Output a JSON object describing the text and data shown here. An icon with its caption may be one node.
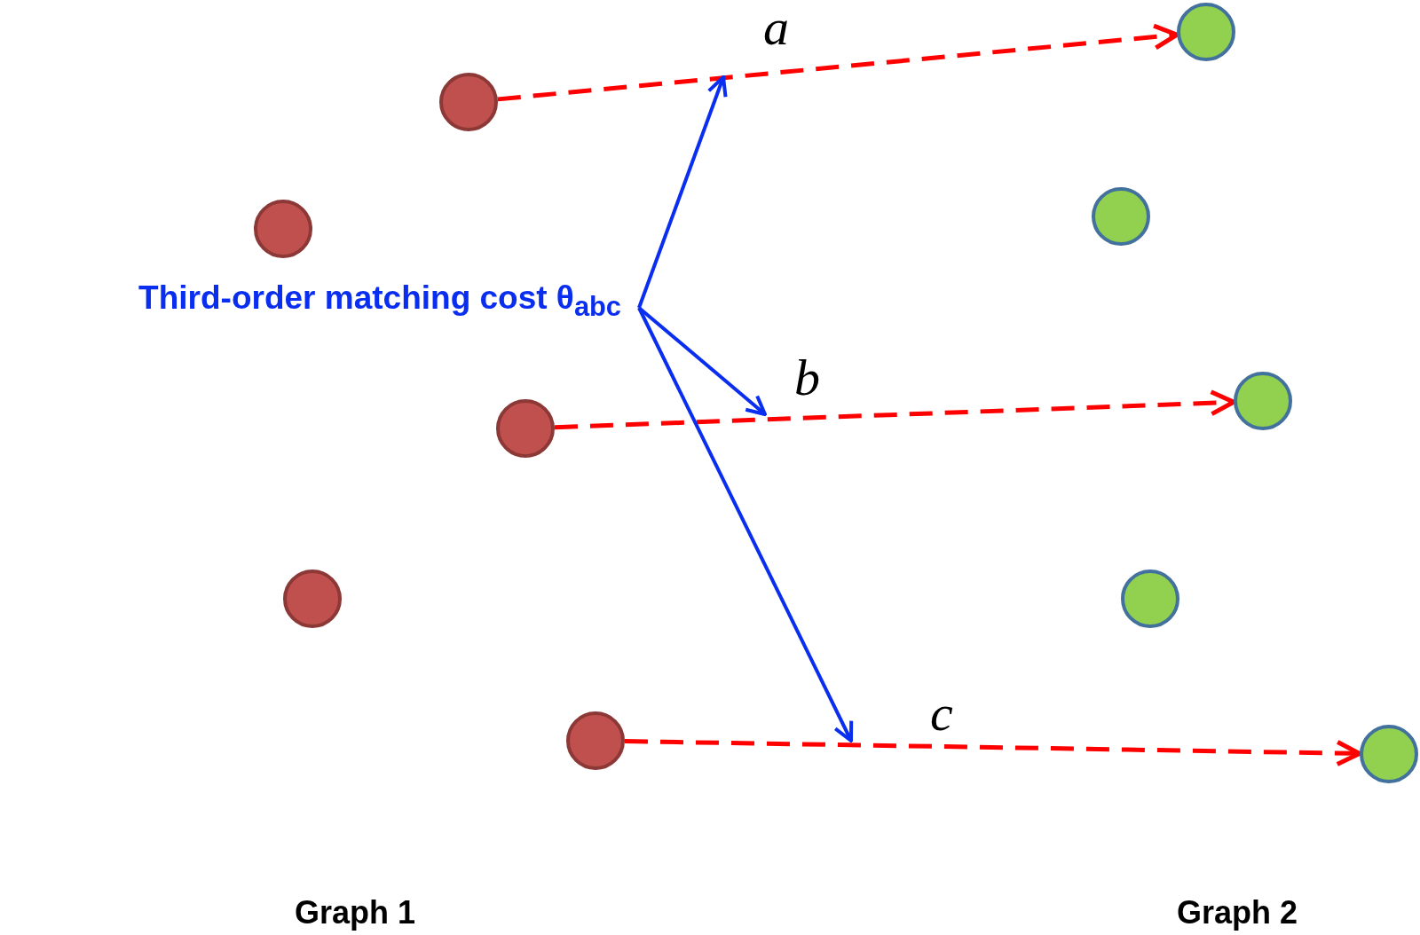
{
  "diagram": {
    "nodes": [
      {
        "text": [],
        "shape": "circle"
      },
      {
        "text": [],
        "shape": "circle"
      },
      {
        "text": [],
        "shape": "circle"
      },
      {
        "text": [],
        "shape": "circle"
      },
      {
        "text": [],
        "shape": "circle"
      },
      {
        "text": [],
        "shape": "circle"
      },
      {
        "text": [],
        "shape": "circle"
      },
      {
        "text": [],
        "shape": "circle"
      },
      {
        "text": [],
        "shape": "circle"
      },
      {
        "text": [],
        "shape": "circle"
      },
      {
        "text": [
          "Third-order matching cost θ$_{abc}$"
        ]
      }
    ],
    "edges": [
      {
        "from": 0,
        "to": 5,
        "arrow": "to",
        "label": "a",
        "style": "dashed",
        "color": "#ff0000"
      },
      {
        "from": 2,
        "to": 7,
        "arrow": "to",
        "label": "b",
        "style": "dashed",
        "color": "#ff0000"
      },
      {
        "from": 4,
        "to": 9,
        "arrow": "to",
        "label": "c",
        "style": "dashed",
        "color": "#ff0000"
      },
      {
        "from": 10,
        "to": null,
        "arrow": "to",
        "color": "#0a2ef0"
      },
      {
        "from": 10,
        "to": null,
        "arrow": "to",
        "color": "#0a2ef0"
      },
      {
        "from": 10,
        "to": null,
        "arrow": "to",
        "color": "#0a2ef0"
      }
    ],
    "labels": [
      "Graph 1",
      "Graph 2"
    ]
  }
}
